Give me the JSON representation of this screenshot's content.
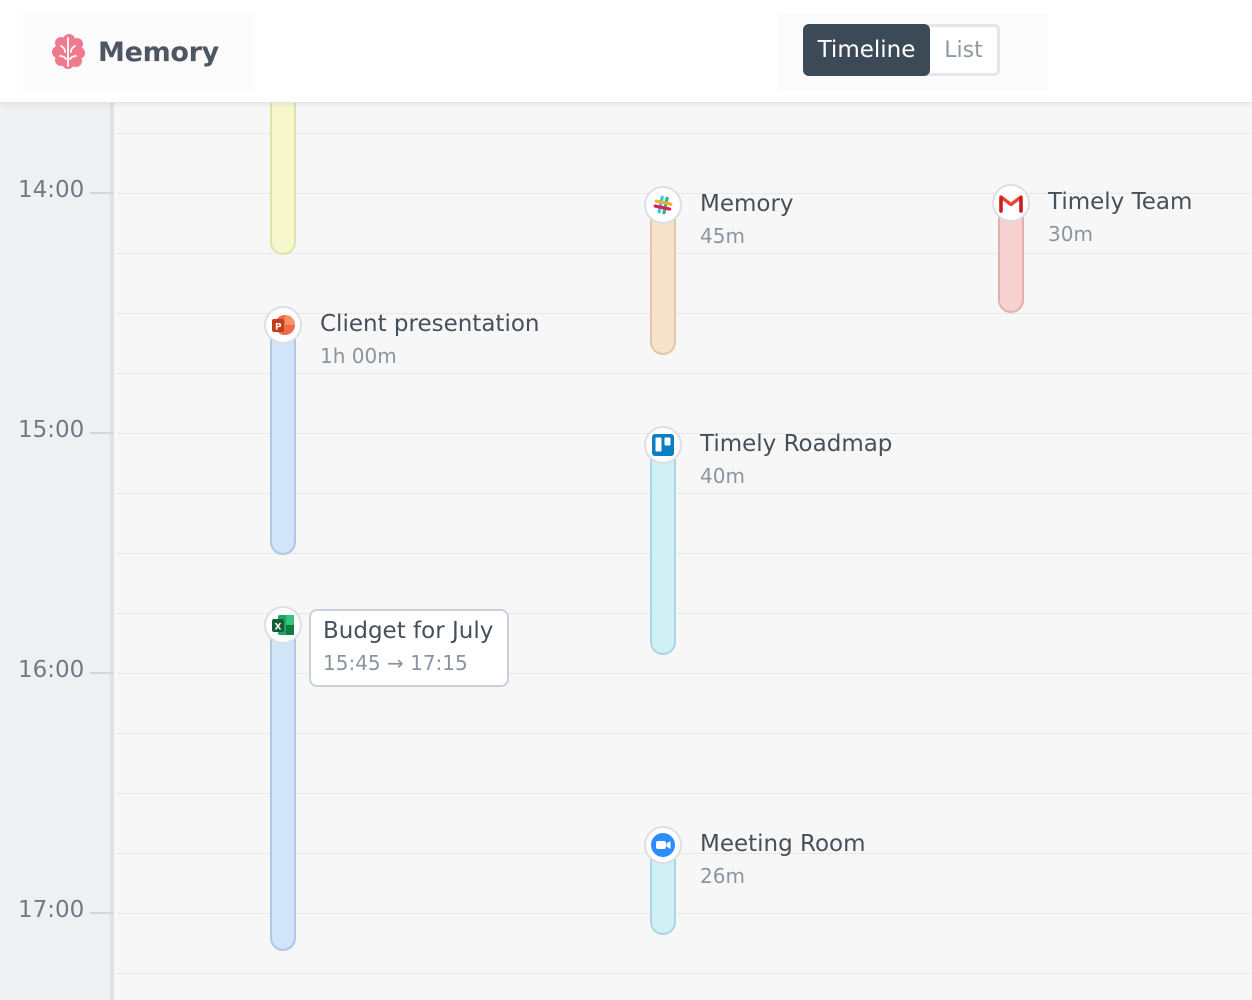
{
  "app": {
    "name": "Memory",
    "icon": "brain-icon",
    "brand_color": "#ef7a8e"
  },
  "view_toggle": {
    "active": "Timeline",
    "timeline_label": "Timeline",
    "list_label": "List"
  },
  "times": [
    "14:00",
    "15:00",
    "16:00",
    "17:00"
  ],
  "events": {
    "memory": {
      "title": "Memory",
      "duration": "45m",
      "app_icon": "slack-icon"
    },
    "timely_team": {
      "title": "Timely Team",
      "duration": "30m",
      "app_icon": "gmail-icon"
    },
    "client_presentation": {
      "title": "Client presentation",
      "duration": "1h 00m",
      "app_icon": "powerpoint-icon"
    },
    "timely_roadmap": {
      "title": "Timely Roadmap",
      "duration": "40m",
      "app_icon": "trello-icon"
    },
    "budget_july": {
      "title": "Budget for July",
      "time_range": "15:45 → 17:15",
      "app_icon": "excel-icon"
    },
    "meeting_room": {
      "title": "Meeting Room",
      "duration": "26m",
      "app_icon": "zoom-icon"
    }
  },
  "colors": {
    "yellow": "#f6f7cc",
    "blue": "#d2e4f8",
    "peach": "#f7e2cb",
    "pink": "#f7d0d0",
    "cyan": "#d0f0f6",
    "header_active": "#3c4a57"
  }
}
